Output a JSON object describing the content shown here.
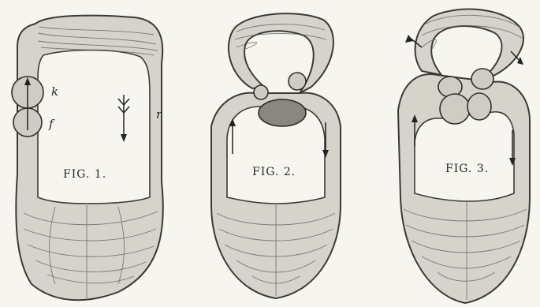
{
  "figures": [
    {
      "caption": "FIG. 1.",
      "labels": {
        "k": "k",
        "f": "f",
        "r": "r"
      }
    },
    {
      "caption": "FIG. 2."
    },
    {
      "caption": "FIG. 3."
    }
  ]
}
